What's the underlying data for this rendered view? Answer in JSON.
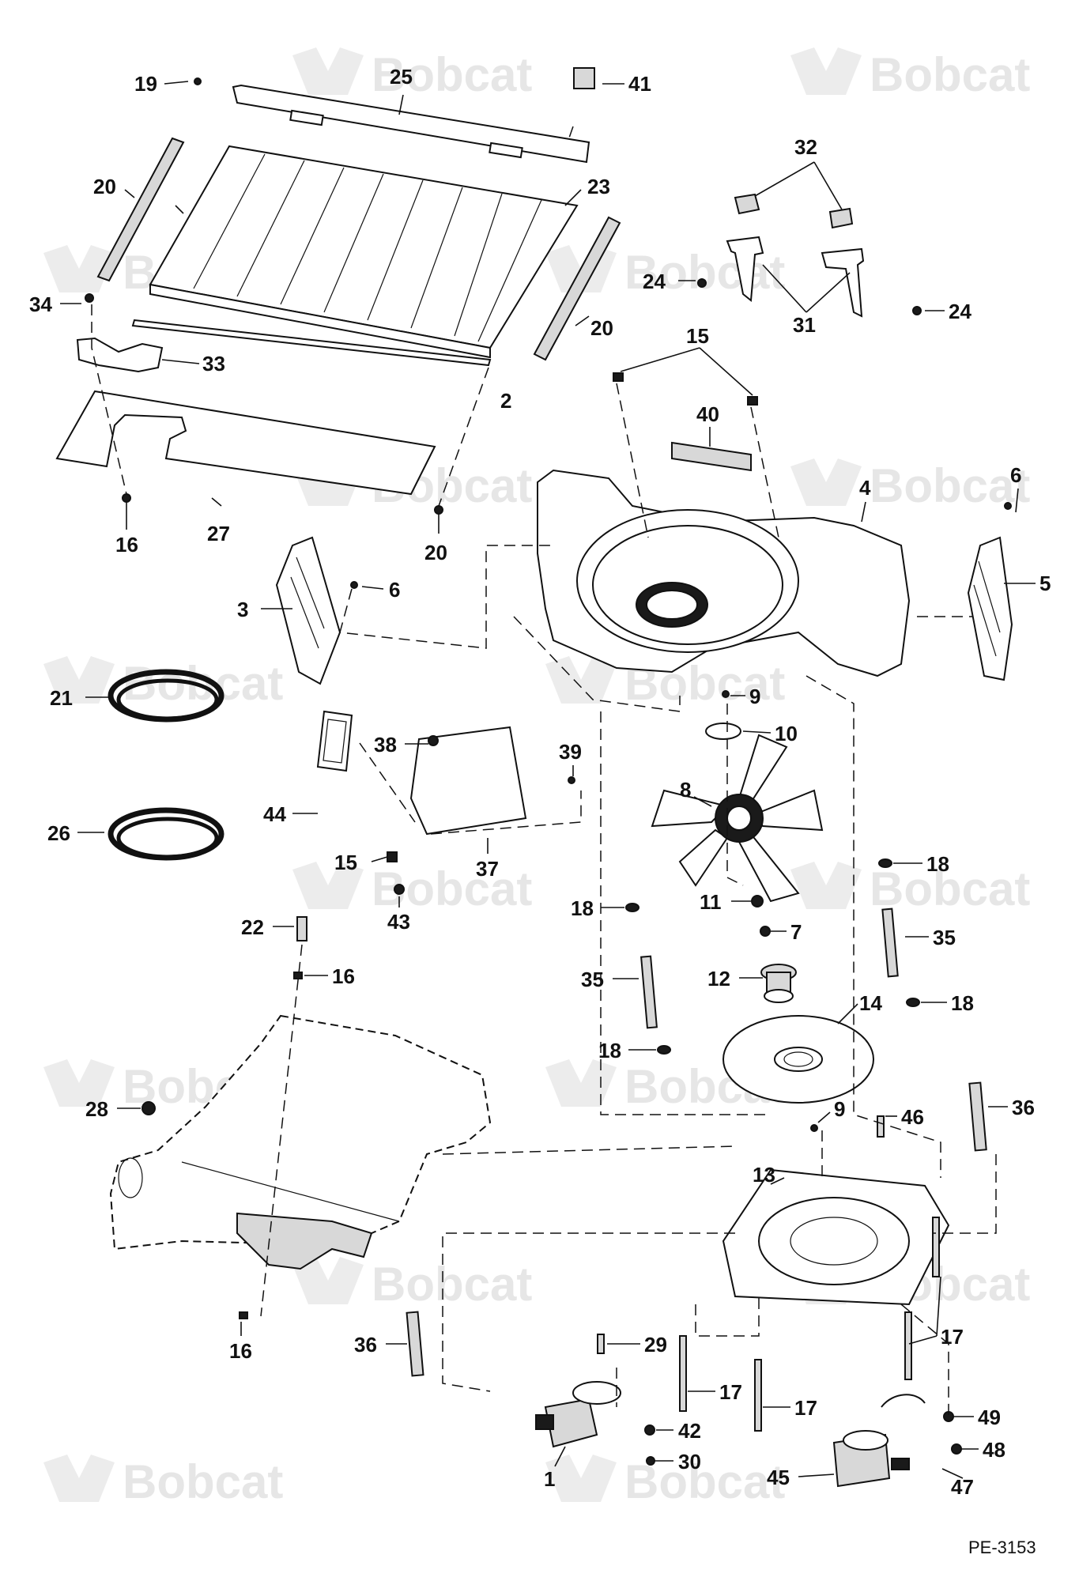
{
  "document_id": "PE-3153",
  "watermark": {
    "brand_text": "Bobcat",
    "color": "#e6e6e6"
  },
  "callouts": [
    "19",
    "25",
    "41",
    "20",
    "23",
    "32",
    "24",
    "24",
    "31",
    "34",
    "33",
    "20",
    "2",
    "15",
    "40",
    "16",
    "27",
    "20",
    "4",
    "6",
    "3",
    "6",
    "5",
    "21",
    "9",
    "10",
    "38",
    "39",
    "44",
    "8",
    "26",
    "15",
    "18",
    "37",
    "43",
    "22",
    "18",
    "11",
    "7",
    "35",
    "16",
    "12",
    "35",
    "14",
    "18",
    "18",
    "28",
    "9",
    "46",
    "36",
    "13",
    "16",
    "36",
    "29",
    "17",
    "17",
    "17",
    "1",
    "42",
    "49",
    "48",
    "30",
    "45",
    "47"
  ],
  "colors": {
    "line": "#111111",
    "fill_gray": "#d8d8d8",
    "fill_dark": "#1a1a1a"
  }
}
